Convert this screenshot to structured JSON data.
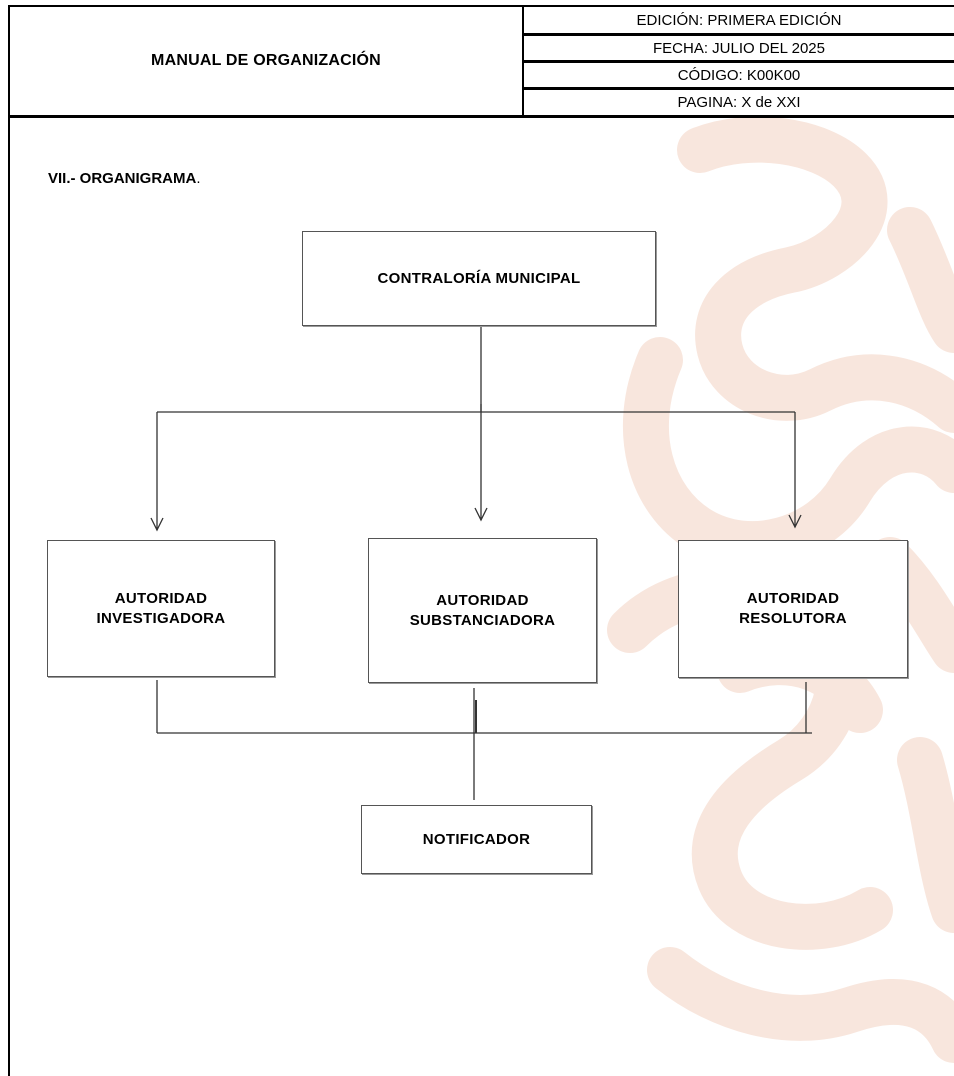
{
  "header": {
    "title": "MANUAL DE ORGANIZACIÓN",
    "edicion": "EDICIÓN: PRIMERA EDICIÓN",
    "fecha": "FECHA: JULIO DEL 2025",
    "codigo": "CÓDIGO: K00K00",
    "pagina": "PAGINA: X de XXI"
  },
  "section": {
    "title": "VII.- ORGANIGRAMA",
    "title_suffix": "."
  },
  "orgchart": {
    "root": "CONTRALORÍA MUNICIPAL",
    "children": [
      "AUTORIDAD\nINVESTIGADORA",
      "AUTORIDAD\nSUBSTANCIADORA",
      "AUTORIDAD\nRESOLUTORA"
    ],
    "bottom": "NOTIFICADOR"
  },
  "colors": {
    "watermark": "#f8e6dd",
    "border": "#000000",
    "connector": "#333333"
  }
}
